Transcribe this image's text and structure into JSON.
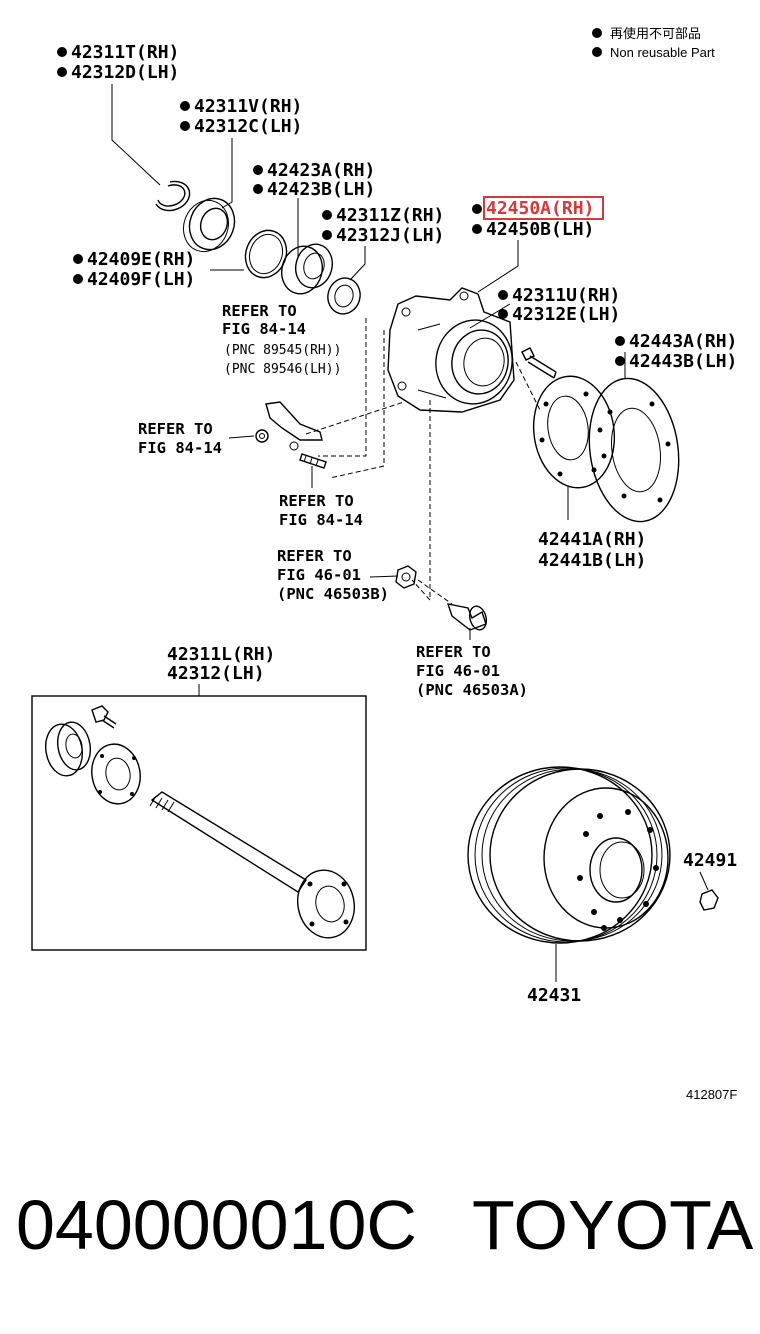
{
  "legend": {
    "line1": "再使用不可部品",
    "line2": "Non reusable Part"
  },
  "labels": {
    "l42311T": "42311T(RH)",
    "l42312D": "42312D(LH)",
    "l42311V": "42311V(RH)",
    "l42312C": "42312C(LH)",
    "l42423A": "42423A(RH)",
    "l42423B": "42423B(LH)",
    "l42311Z": "42311Z(RH)",
    "l42312J": "42312J(LH)",
    "l42450A": "42450A(RH)",
    "l42450B": "42450B(LH)",
    "l42409E": "42409E(RH)",
    "l42409F": "42409F(LH)",
    "l42311U": "42311U(RH)",
    "l42312E": "42312E(LH)",
    "l42443A": "42443A(RH)",
    "l42443B": "42443B(LH)",
    "l42441A": "42441A(RH)",
    "l42441B": "42441B(LH)",
    "l42311L": "42311L(RH)",
    "l42312": "42312(LH)",
    "l42491": "42491",
    "l42431": "42431"
  },
  "refs": {
    "r1_line1": "REFER TO",
    "r1_line2": "FIG 84-14",
    "r1_pnc1": "(PNC 89545(RH))",
    "r1_pnc2": "(PNC 89546(LH))",
    "r2_line1": "REFER TO",
    "r2_line2": "FIG 84-14",
    "r3_line1": "REFER TO",
    "r3_line2": "FIG 84-14",
    "r4_line1": "REFER TO",
    "r4_line2": "FIG 46-01",
    "r4_pnc": "(PNC 46503B)",
    "r5_line1": "REFER TO",
    "r5_line2": "FIG 46-01",
    "r5_pnc": "(PNC 46503A)"
  },
  "figure_code": "412807F",
  "footer": {
    "part_number": "040000010C",
    "brand": "TOYOTA"
  },
  "colors": {
    "highlight": "#d43a3a",
    "ink": "#000000"
  }
}
